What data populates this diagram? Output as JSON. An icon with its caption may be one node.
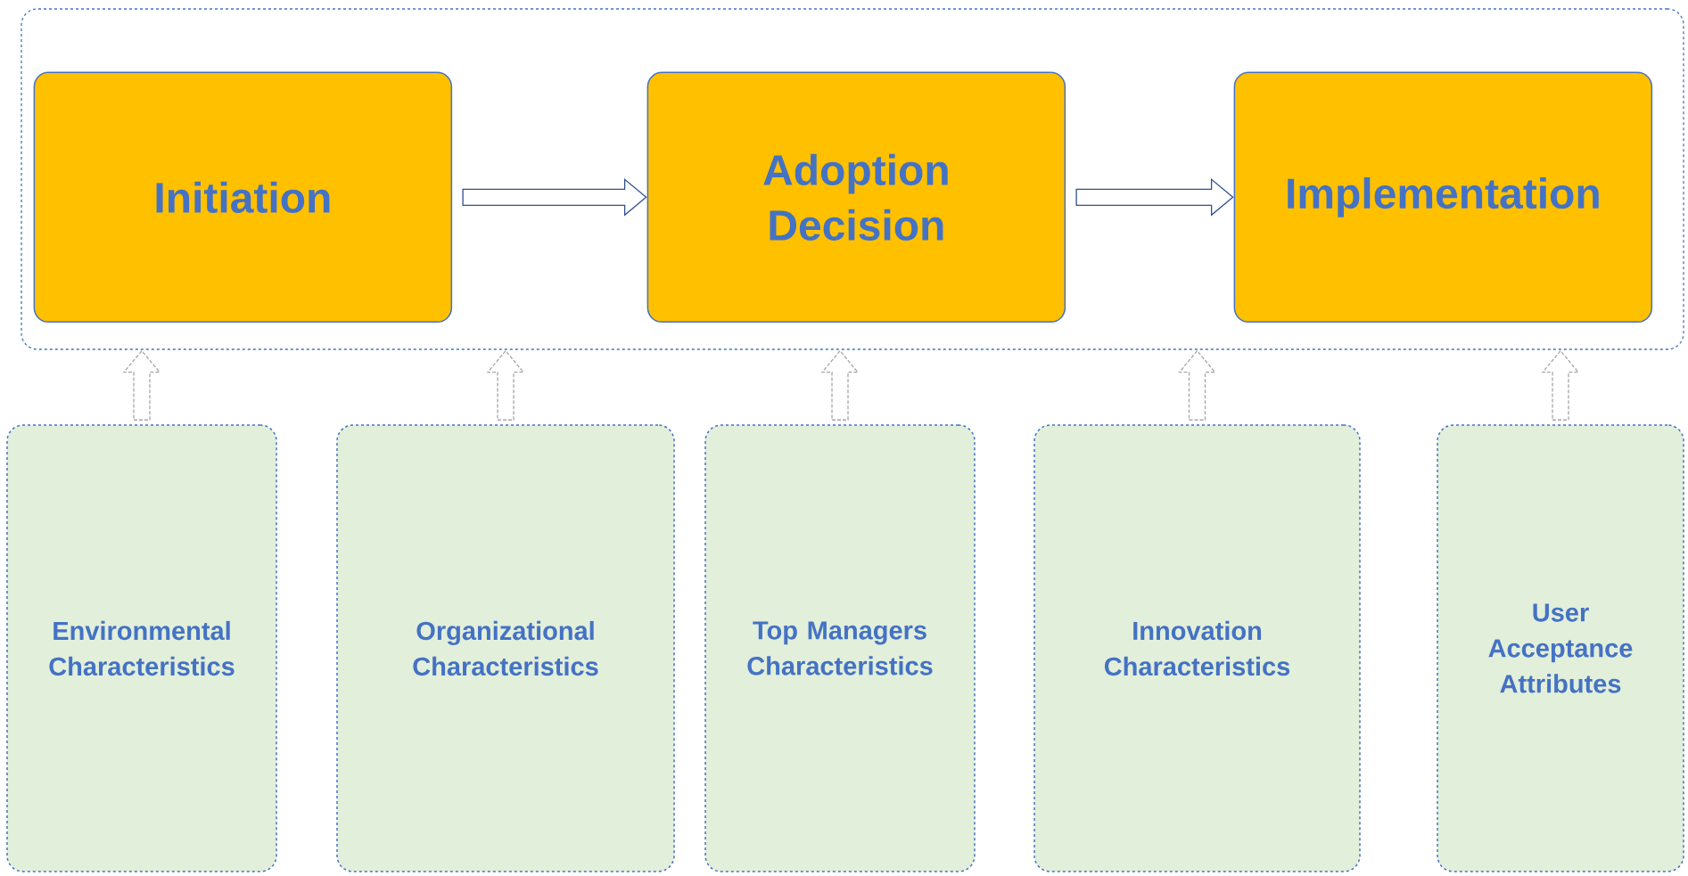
{
  "diagram": {
    "nodes": [
      {
        "text": [],
        "shape": "box"
      },
      {
        "text": [
          "Initiation"
        ],
        "in": 0
      },
      {
        "text": [
          "Adoption Decision"
        ],
        "in": 0
      },
      {
        "text": [
          "Implementation"
        ],
        "in": 0
      },
      {
        "text": [
          "Environmental Characteristics"
        ]
      },
      {
        "text": [
          "Organizational Characteristics"
        ]
      },
      {
        "text": [
          "Top Managers Characteristics"
        ]
      },
      {
        "text": [
          "Innovation Characteristics"
        ]
      },
      {
        "text": [
          "User Acceptance Attributes"
        ]
      }
    ],
    "edges": [
      {
        "from": 1,
        "to": 2,
        "arrow": "to",
        "color": "#2f528f"
      },
      {
        "from": 2,
        "to": 3,
        "arrow": "to",
        "color": "#2f528f"
      },
      {
        "from": 4,
        "to": 0,
        "arrow": "to",
        "style": "dashed"
      },
      {
        "from": 5,
        "to": 0,
        "arrow": "to",
        "style": "dashed"
      },
      {
        "from": 6,
        "to": 0,
        "arrow": "to",
        "style": "dashed"
      },
      {
        "from": 7,
        "to": 0,
        "arrow": "to",
        "style": "dashed"
      },
      {
        "from": 8,
        "to": 0,
        "arrow": "to",
        "style": "dashed"
      }
    ]
  }
}
